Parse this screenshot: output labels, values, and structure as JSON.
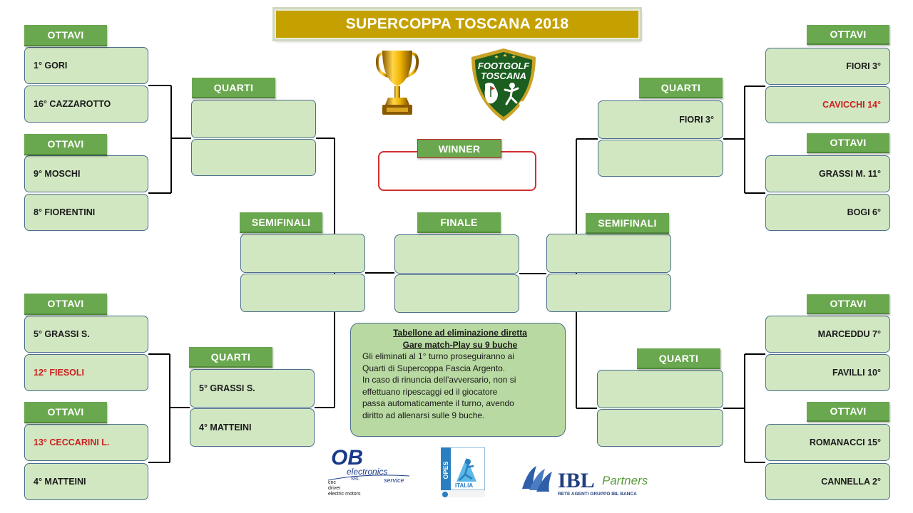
{
  "title": "SUPERCOPPA TOSCANA 2018",
  "labels": {
    "ottavi": "OTTAVI",
    "quarti": "QUARTI",
    "semifinali": "SEMIFINALI",
    "finale": "FINALE",
    "winner": "WINNER"
  },
  "left": {
    "r16": [
      {
        "name": "1° GORI",
        "eliminated": false
      },
      {
        "name": "16° CAZZAROTTO",
        "eliminated": false
      },
      {
        "name": "9° MOSCHI",
        "eliminated": false
      },
      {
        "name": "8° FIORENTINI",
        "eliminated": false
      },
      {
        "name": "5° GRASSI S.",
        "eliminated": false
      },
      {
        "name": "12° FIESOLI",
        "eliminated": true
      },
      {
        "name": "13° CECCARINI L.",
        "eliminated": true
      },
      {
        "name": "4° MATTEINI",
        "eliminated": false
      }
    ],
    "qf": [
      "",
      "",
      "",
      "",
      "5° GRASSI S.",
      "4° MATTEINI"
    ],
    "sf": [
      "",
      ""
    ]
  },
  "right": {
    "r16": [
      {
        "name": "FIORI 3°",
        "eliminated": false
      },
      {
        "name": "CAVICCHI 14°",
        "eliminated": true
      },
      {
        "name": "GRASSI M. 11°",
        "eliminated": false
      },
      {
        "name": "BOGI 6°",
        "eliminated": false
      },
      {
        "name": "MARCEDDU 7°",
        "eliminated": false
      },
      {
        "name": "FAVILLI 10°",
        "eliminated": false
      },
      {
        "name": "ROMANACCI 15°",
        "eliminated": false
      },
      {
        "name": "CANNELLA 2°",
        "eliminated": false
      }
    ],
    "qf": [
      "FIORI 3°",
      "",
      "",
      ""
    ],
    "sf": [
      "",
      ""
    ]
  },
  "final": [
    "",
    ""
  ],
  "winner": "",
  "info": {
    "heading1": "Tabellone ad eliminazione diretta",
    "heading2": "Gare match-Play su 9 buche",
    "lines": [
      "Gli eliminati al 1° turno proseguiranno ai",
      "Quarti di Supercoppa Fascia Argento.",
      "In caso di rinuncia dell’avversario, non si",
      "effettuano ripescaggi ed il giocatore",
      "passa automaticamente il turno,  avendo",
      "diritto ad allenarsi sulle 9 buche."
    ]
  },
  "logos": {
    "footgolf": {
      "line1": "FOOTGOLF",
      "line2": "TOSCANA"
    },
    "ob": {
      "mark": "OB",
      "name": "electronics",
      "srl": "SRL",
      "service": "service",
      "items": [
        "cnc",
        "driver",
        "electric motors"
      ]
    },
    "opes": {
      "name": "OPES",
      "italia": "ITALIA"
    },
    "ibl": {
      "name": "IBL",
      "partners": "Partners",
      "tagline": "RETE AGENTI GRUPPO IBL BANCA"
    }
  },
  "colors": {
    "tag_green": "#6aa84f",
    "box_green": "#d1e7c2",
    "title_gold": "#c5a100",
    "eliminated_red": "#cc1f1f",
    "winner_red": "#d32f2f"
  },
  "icons": [
    "trophy-icon",
    "footgolf-toscana-logo",
    "ob-electronics-logo",
    "opes-italia-logo",
    "ibl-partners-logo"
  ]
}
